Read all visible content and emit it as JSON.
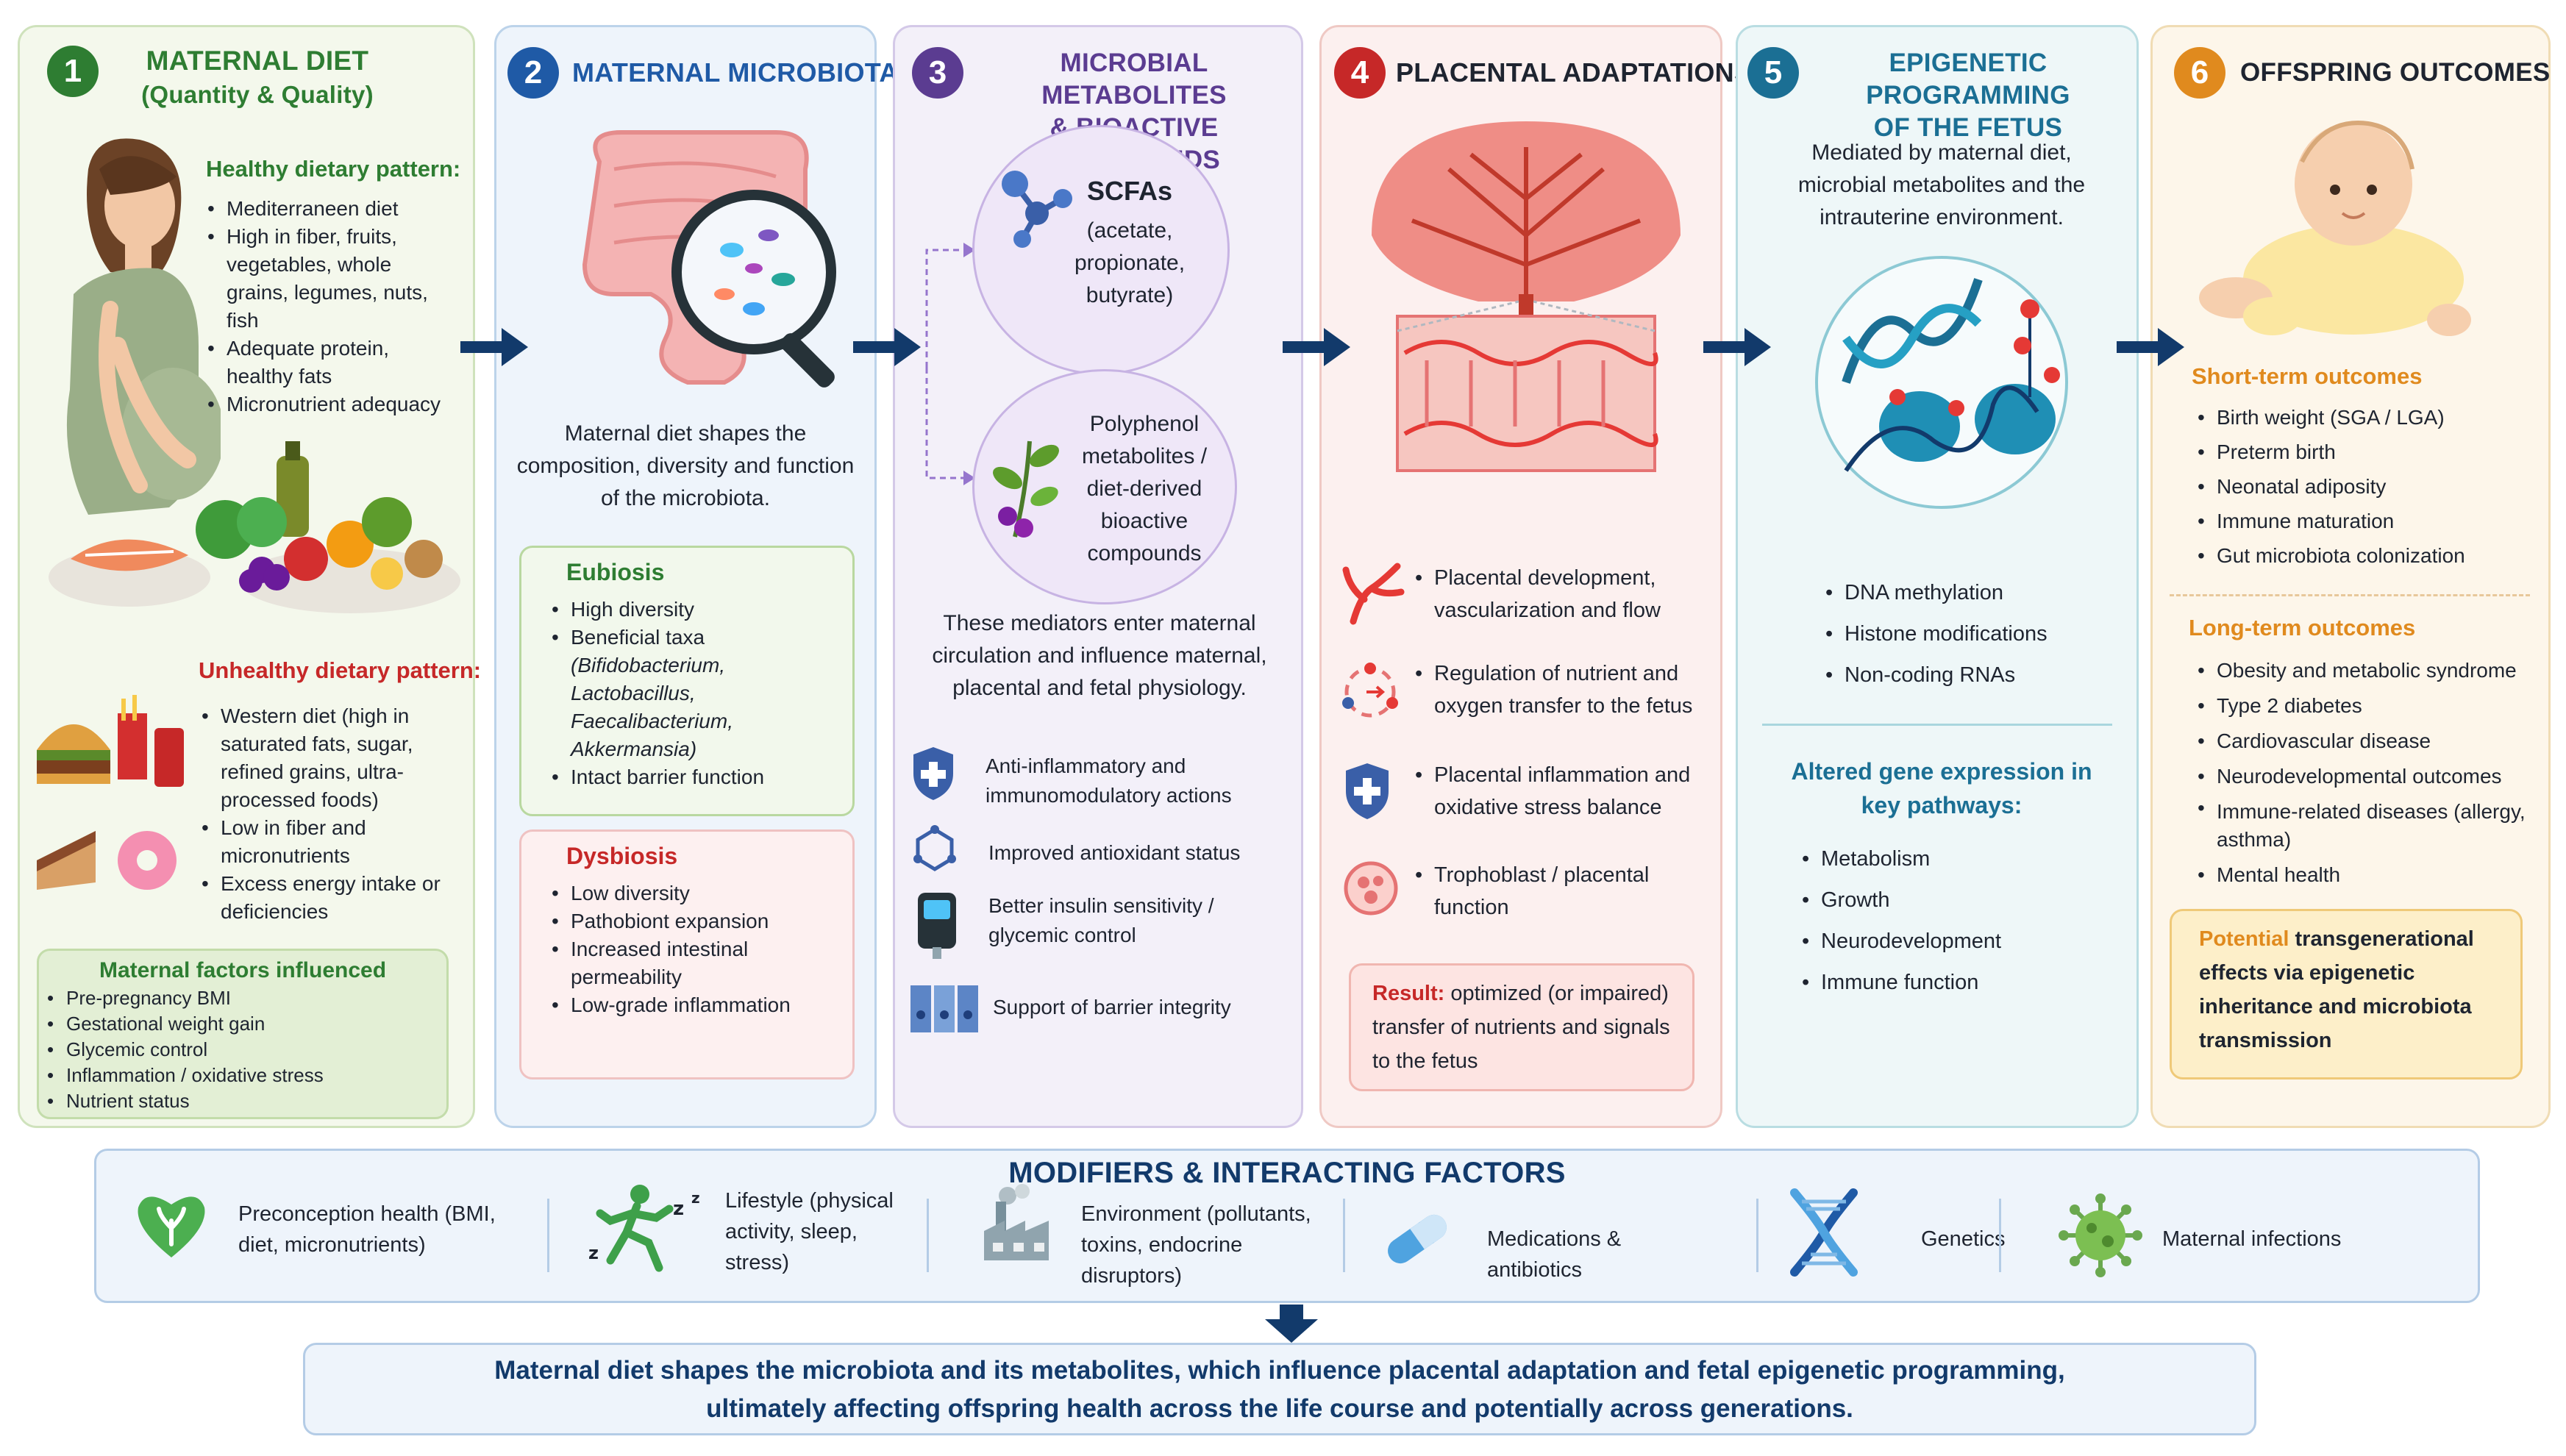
{
  "col1": {
    "number": "1",
    "title_line1": "MATERNAL DIET",
    "title_line2": "(Quantity & Quality)",
    "healthy_heading": "Healthy dietary pattern:",
    "healthy_items": [
      "Mediterraneen diet",
      "High in fiber, fruits, vegetables, whole grains, legumes, nuts, fish",
      "Adequate protein, healthy fats",
      "Micronutrient adequacy"
    ],
    "unhealthy_heading": "Unhealthy dietary pattern:",
    "unhealthy_items": [
      "Western diet (high in saturated fats, sugar, refined grains, ultra-processed foods)",
      "Low in fiber and micronutrients",
      "Excess energy intake or deficiencies"
    ],
    "factors_heading": "Maternal factors influenced",
    "factors_items": [
      "Pre-pregnancy BMI",
      "Gestational weight gain",
      "Glycemic control",
      "Inflammation / oxidative stress",
      "Nutrient status"
    ]
  },
  "col2": {
    "number": "2",
    "title": "MATERNAL MICROBIOTA",
    "caption": "Maternal diet shapes the composition, diversity and function of the microbiota.",
    "eubiosis_heading": "Eubiosis",
    "eubiosis_items": [
      "High diversity",
      "Beneficial taxa",
      "Intact barrier function"
    ],
    "eubiosis_taxa": "(Bifidobacterium, Lactobacillus, Faecalibacterium, Akkermansia)",
    "dysbiosis_heading": "Dysbiosis",
    "dysbiosis_items": [
      "Low diversity",
      "Pathobiont expansion",
      "Increased intestinal permeability",
      "Low-grade inflammation"
    ]
  },
  "col3": {
    "number": "3",
    "title_line1": "MICROBIAL METABOLITES",
    "title_line2": "& BIOACTIVE COMPOUNDS",
    "scfa_title": "SCFAs",
    "scfa_text": "(acetate, propionate, butyrate)",
    "polyphenol_text": "Polyphenol metabolites / diet-derived bioactive compounds",
    "caption": "These mediators enter maternal circulation and influence maternal, placental and fetal physiology.",
    "effects": [
      "Anti-inflammatory and immunomodulatory actions",
      "Improved antioxidant status",
      "Better insulin sensitivity / glycemic control",
      "Support of barrier integrity"
    ]
  },
  "col4": {
    "number": "4",
    "title": "PLACENTAL ADAPTATIONS",
    "items": [
      "Placental development, vascularization and flow",
      "Regulation of nutrient and oxygen transfer to the fetus",
      "Placental inflammation and oxidative stress balance",
      "Trophoblast / placental function"
    ],
    "result_label": "Result:",
    "result_text": " optimized (or impaired) transfer of nutrients and signals to the fetus"
  },
  "col5": {
    "number": "5",
    "title_line1": "EPIGENETIC PROGRAMMING",
    "title_line2": "OF THE FETUS",
    "caption": "Mediated by maternal diet, microbial metabolites and the intrauterine environment.",
    "mechanisms": [
      "DNA methylation",
      "Histone modifications",
      "Non-coding RNAs"
    ],
    "gene_heading": "Altered gene expression in key pathways:",
    "pathways": [
      "Metabolism",
      "Growth",
      "Neurodevelopment",
      "Immune function"
    ]
  },
  "col6": {
    "number": "6",
    "title": "OFFSPRING OUTCOMES",
    "short_heading": "Short-term outcomes",
    "short_items": [
      "Birth weight (SGA / LGA)",
      "Preterm birth",
      "Neonatal adiposity",
      "Immune maturation",
      "Gut microbiota colonization"
    ],
    "long_heading": "Long-term outcomes",
    "long_items": [
      "Obesity and metabolic syndrome",
      "Type 2 diabetes",
      "Cardiovascular disease",
      "Neurodevelopmental outcomes",
      "Immune-related diseases (allergy, asthma)",
      "Mental health"
    ],
    "trans_prefix": "Potential",
    "trans_text": " transgenerational effects via epigenetic inheritance and microbiota transmission"
  },
  "modifiers": {
    "title": "MODIFIERS & INTERACTING FACTORS",
    "items": [
      {
        "label": "Preconception health (BMI, diet, micronutrients)"
      },
      {
        "label": "Lifestyle (physical activity, sleep, stress)"
      },
      {
        "label": "Environment (pollutants, toxins, endocrine disruptors)"
      },
      {
        "label": "Medications & antibiotics"
      },
      {
        "label": "Genetics"
      },
      {
        "label": "Maternal infections"
      }
    ]
  },
  "summary": {
    "line1": "Maternal diet shapes the microbiota and its metabolites, which influence placental adaptation and fetal epigenetic programming,",
    "line2": "ultimately affecting offspring health across the life course and potentially across generations."
  },
  "colors": {
    "green": "#2e7d32",
    "blue": "#1f5aa6",
    "purple": "#5b3c91",
    "red": "#c62828",
    "teal": "#1b6f94",
    "orange": "#e08a1e",
    "navy": "#123a6b"
  }
}
